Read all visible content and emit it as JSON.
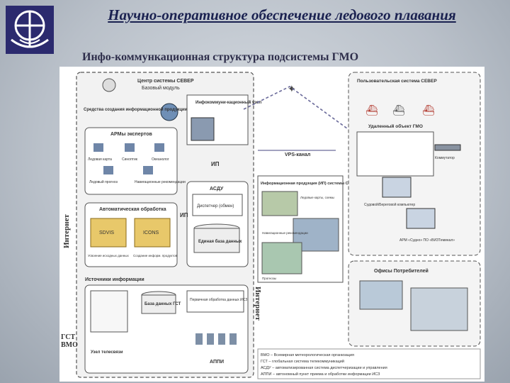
{
  "header": {
    "title": "Научно-оперативное обеспечение ледового плавания",
    "subtitle": "Инфо-коммункационная структура подсистемы ГМО"
  },
  "colors": {
    "title": "#1a2150",
    "logo": "#2b2a6e",
    "box_border": "#555555",
    "satellite_link": "#6a6a9a"
  },
  "diagram": {
    "center": {
      "title": "Центр системы СЕВЕР",
      "subtitle": "Базовый модуль"
    },
    "info_node": "Инфокоммуни-кационный узел",
    "tools": "Средства создания информационной продукции",
    "arm_group": {
      "title": "АРМы экспертов",
      "items": [
        "Ледовая карта",
        "Синоптик",
        "Океанолог",
        "Ледовый прогноз",
        "Навигационные рекомендации"
      ]
    },
    "auto_processing": {
      "title": "Автоматическая обработка",
      "items": [
        "SDVIS",
        "ICONS"
      ],
      "captions": [
        "Усвоение исходных данных",
        "Создание информ. продуктов"
      ]
    },
    "asdu": "АСДУ",
    "dispatcher": "Диспетчер (обмен)",
    "unified_db": "Единая база данных",
    "ip_label": "ИП",
    "sources": "Источники информации",
    "gts_db": "База данных ГСТ",
    "primary_processing": "Первичная обработка данных ИСЗ",
    "apps": "АППИ",
    "gts_vmo": "ГСТ ВМО",
    "telecom_node": "Узел телесвязи",
    "internet": "Интернет",
    "vps": "VPS-канал",
    "info_products": "Информационная продукция (ИП) системы СЕВЕР",
    "product_items": [
      "Ледовые карты, схемы",
      "Навигационные рекомендации",
      "Прогнозы"
    ],
    "user_part": {
      "title": "Пользовательская система СЕВЕР",
      "remote": "Удаленный объект ГМО",
      "computer": "Судовой/Береговой компьютер",
      "arm": "АРМ «Судно» ПО «ВИЗТеминал»",
      "switch": "Коммутатор",
      "consumers": "Офисы Потребителей"
    },
    "legend": [
      "ВМО – Всемирная метеорологическая организация",
      "ГСТ – глобальная система телекоммуникаций",
      "АСДУ – автоматизированная система диспетчеризации и управления",
      "АППИ – автономный пункт приема и обработки информации ИСЗ"
    ]
  }
}
